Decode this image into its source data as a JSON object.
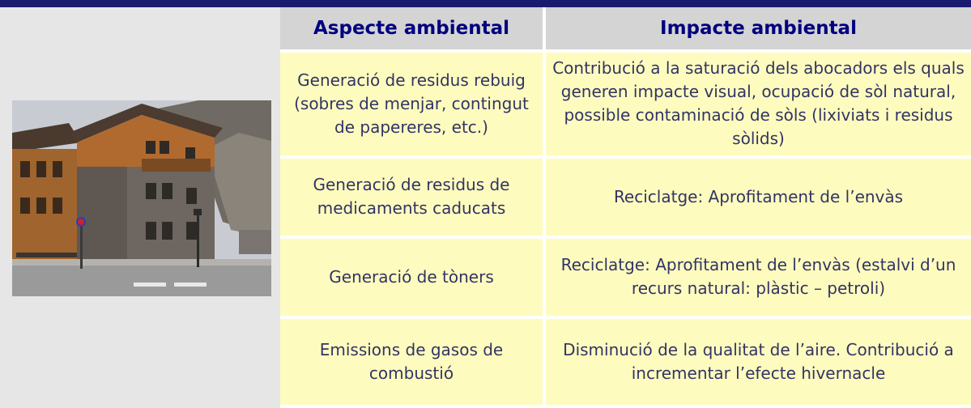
{
  "table": {
    "headers": [
      "Aspecte ambiental",
      "Impacte ambiental"
    ],
    "rows": [
      {
        "aspect": "Generació de residus rebuig (sobres de menjar, contingut de papereres, etc.)",
        "impact": "Contribució a la saturació dels abocadors els quals generen impacte visual, ocupació de sòl natural, possible contaminació de sòls (lixiviats i residus sòlids)"
      },
      {
        "aspect": "Generació de residus de medicaments caducats",
        "impact": "Reciclatge: Aprofitament de l’envàs"
      },
      {
        "aspect": "Generació de tòners",
        "impact": "Reciclatge: Aprofitament de l’envàs (estalvi d’un recurs natural: plàstic – petroli)"
      },
      {
        "aspect": "Emissions de gasos de combustió",
        "impact": "Disminució de la qualitat de l’aire. Contribució a incrementar l’efecte hivernacle"
      }
    ]
  },
  "colors": {
    "top_bar": "#1a1a6e",
    "header_bg": "#d4d4d4",
    "header_text": "#000080",
    "cell_bg": "#fdfcbe",
    "cell_text": "#333366",
    "left_panel": "#e6e6e6"
  }
}
